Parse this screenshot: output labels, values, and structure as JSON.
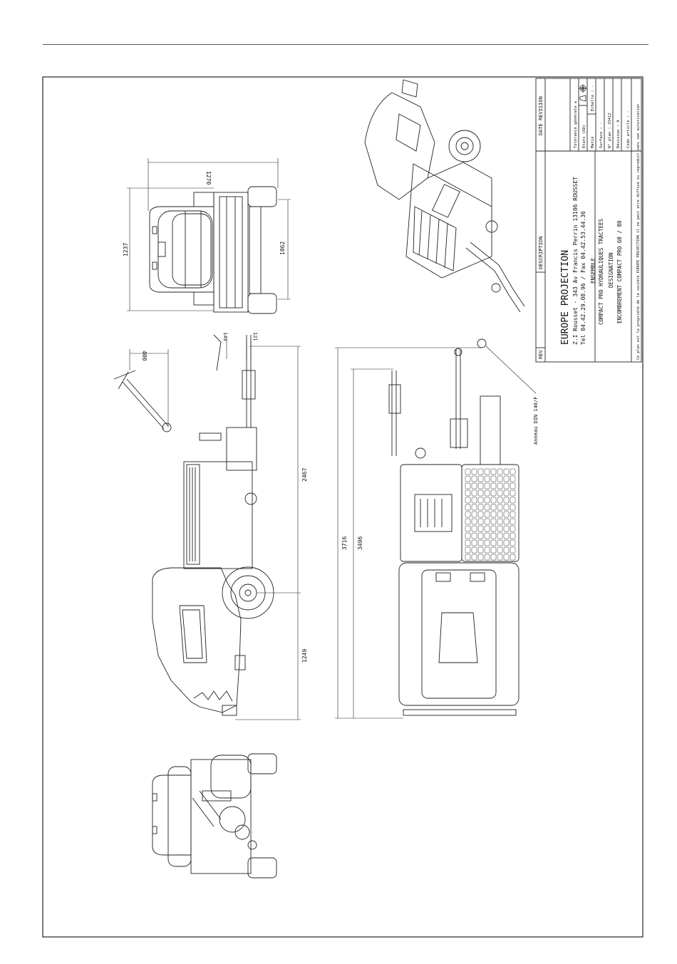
{
  "title_block": {
    "rev_header": "REV",
    "description_header": "DESCRIPTION",
    "date_revision_header": "DATE REVISION",
    "company": "EUROPE PROJECTION",
    "address": "Z.I Rousset - 343 Av Francis Perrin 13106 ROUSSET",
    "phone": "Tel 04.42.29.08.96 / Fax 04.42.53.44.36",
    "ensemble_label": "ENSEMBLE",
    "ensemble_value": "COMPACT PRO HYDRAULIQUES TRACTEES",
    "designation_label": "DESIGNATION",
    "designation_value": "ENCOMBREMENT COMPACT PRO 60 / 80",
    "tolerance": "Tolérance générale ±",
    "etats": "Etats (XD)",
    "echelle": "Echelle : -",
    "matiere": "Matiè",
    "surface": "Surface : -",
    "plan_no": "N° plan : 33412",
    "revision": "Révision : A",
    "code_article": "Code article : -",
    "legal": "Ce plan est la propriété de la société EUROPE PROJECTION il ne peut etre diffusé ou reproduit sans son autorisation"
  },
  "dimensions": {
    "top_width": "1270",
    "top_height": "1237",
    "top_inner": "1062",
    "arm_offset": "400",
    "small_a": "149",
    "small_b": "121",
    "side_front": "2467",
    "side_rear": "1249",
    "overall": "3716",
    "overall_inner": "3496"
  },
  "annotations": {
    "ring": "Anneau DIN 140/F"
  }
}
